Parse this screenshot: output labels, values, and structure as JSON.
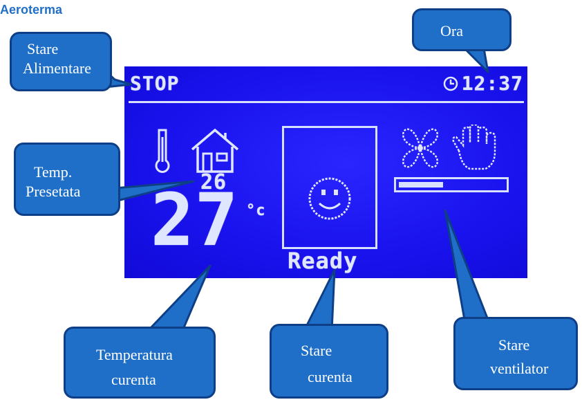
{
  "page": {
    "title": "Aeroterma"
  },
  "lcd": {
    "power_state": "STOP",
    "time": "12:37",
    "preset_temperature": "26",
    "current_temperature": "27",
    "temperature_unit": "°c",
    "status": "Ready",
    "fan_level": 0.42,
    "colors": {
      "background": "#1a14f0",
      "foreground": "#dfe6ff"
    }
  },
  "callouts": {
    "power_state": [
      "Stare",
      "Alimentare"
    ],
    "time": [
      "Ora"
    ],
    "preset_temp": [
      "Temp.",
      "Presetata"
    ],
    "current_temp": [
      "Temperatura",
      "curenta"
    ],
    "current_state": [
      "Stare",
      "curenta"
    ],
    "fan_state": [
      "Stare",
      "ventilator"
    ],
    "colors": {
      "fill": "#1f6fc8",
      "border": "#0e3f86"
    }
  },
  "icons": [
    "thermometer-icon",
    "house-icon",
    "clock-icon",
    "smiley-icon",
    "fan-icon",
    "hand-icon"
  ]
}
